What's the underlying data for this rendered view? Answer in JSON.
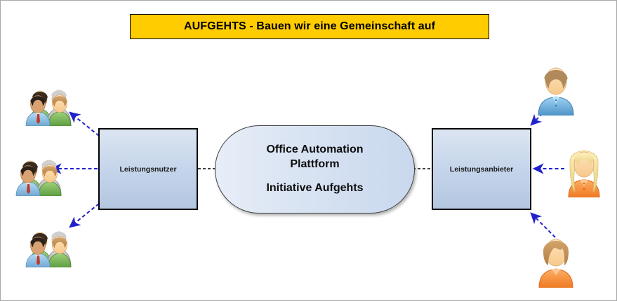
{
  "page": {
    "background_color": "#ffffff",
    "border_color": "#a8a8a8"
  },
  "banner": {
    "text": "AUFGEHTS - Bauen wir eine Gemeinschaft auf",
    "background_color": "#ffcc00",
    "border_color": "#000000",
    "text_color": "#000000"
  },
  "platform": {
    "line1": "Office Automation",
    "line2": "Plattform",
    "line3": "Initiative Aufgehts",
    "shape": "rounded-pill",
    "fill_start": "#e8eef8",
    "fill_end": "#c9d8ee",
    "border_color": "#3f3f3f"
  },
  "boxes": [
    {
      "id": "consumer",
      "label": "Leistungsnutzer",
      "fill_start": "#dbe5f1",
      "fill_end": "#b4c7e0",
      "border_color": "#000000"
    },
    {
      "id": "provider",
      "label": "Leistungsanbieter",
      "fill_start": "#dbe5f1",
      "fill_end": "#b4c7e0",
      "border_color": "#000000"
    }
  ],
  "actors": {
    "left": [
      {
        "icon": "people-group-icon",
        "position": "top-left"
      },
      {
        "icon": "people-group-icon",
        "position": "middle-left"
      },
      {
        "icon": "people-group-icon",
        "position": "bottom-left"
      }
    ],
    "right": [
      {
        "icon": "person-icon",
        "position": "top-right",
        "hair_color": "#b08a5a",
        "shirt_color": "#6aaee0"
      },
      {
        "icon": "person-icon",
        "position": "middle-right",
        "hair_color": "#f2e2a8",
        "shirt_color": "#f58a3c"
      },
      {
        "icon": "person-icon",
        "position": "bottom-right",
        "hair_color": "#c19a62",
        "shirt_color": "#f58a3c"
      }
    ]
  },
  "connectors": {
    "arrow_color": "#2222cc",
    "link_color": "#000000",
    "style": "dashed",
    "left_arrows_direction": "box-to-actors",
    "right_arrows_direction": "actors-to-box"
  }
}
